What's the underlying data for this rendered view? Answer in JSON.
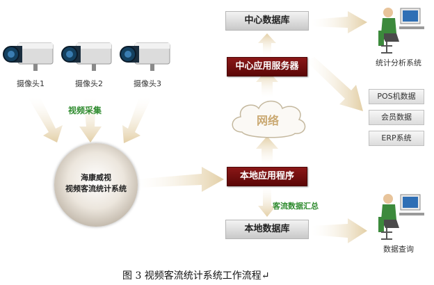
{
  "cameras": [
    {
      "label": "摄像头1"
    },
    {
      "label": "摄像头2"
    },
    {
      "label": "摄像头3"
    }
  ],
  "labels": {
    "video_capture": "视频采集",
    "stats_system_line1": "海康威视",
    "stats_system_line2": "视频客流统计系统",
    "network": "网络",
    "local_app": "本地应用程序",
    "central_app_server": "中心应用服务器",
    "central_db": "中心数据库",
    "local_db": "本地数据库",
    "flow_summary": "客流数据汇总",
    "analysis_system": "统计分析系统",
    "data_query": "数据查询"
  },
  "external_systems": [
    "POS机数据",
    "会员数据",
    "ERP系统"
  ],
  "caption": "图 3  视频客流统计系统工作流程↵",
  "colors": {
    "accent_red": "#6e0e0e",
    "label_green": "#2e8b2e",
    "arrow_tan": "#ead9b8"
  }
}
